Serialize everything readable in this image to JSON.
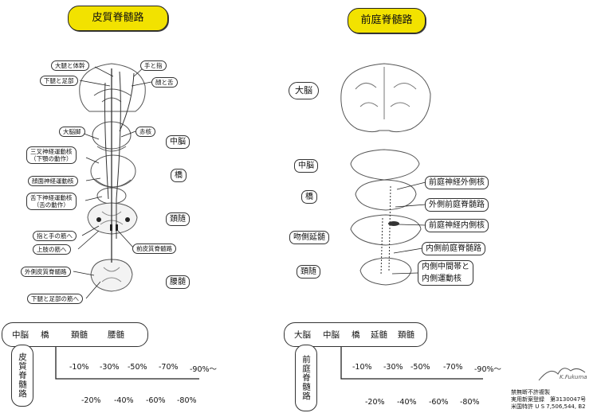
{
  "left": {
    "title": "皮質脊髄路",
    "labels": {
      "thigh_trunk": "大腿と体幹",
      "hand_finger": "手と指",
      "lower_leg_foot": "下腿と足部",
      "face_tongue": "顔と舌",
      "cerebral_peduncle": "大脳脚",
      "red_nucleus": "赤核",
      "trigeminal_1": "三叉神経運動核",
      "trigeminal_2": "（下顎の動作）",
      "facial": "顔面神経運動核",
      "hypoglossal_1": "舌下神経運動核",
      "hypoglossal_2": "（舌の動作）",
      "finger_hand_muscle": "指と手の筋へ",
      "upper_arm_muscle": "上肢の筋へ",
      "anterior_cst": "前皮質脊髄路",
      "lateral_cst": "外側皮質脊髄路",
      "lower_leg_foot_muscle": "下腿と足部の筋へ"
    },
    "levels": {
      "midbrain": "中脳",
      "pons": "橋",
      "cervical": "頚随",
      "lumbar": "腰髄"
    },
    "scale": {
      "header": [
        "中脳",
        "橋",
        "頚髄",
        "腰髄"
      ],
      "side_label": "皮質脊髄路",
      "top_ticks": [
        "-10%",
        "-30%",
        "-50%",
        "-70%",
        "-90%～"
      ],
      "bottom_ticks": [
        "-20%",
        "-40%",
        "-60%",
        "-80%"
      ]
    }
  },
  "right": {
    "title": "前庭脊髄路",
    "levels": {
      "cerebrum": "大脳",
      "midbrain": "中脳",
      "pons": "橋",
      "medulla": "吻側延髄",
      "cervical": "頚随"
    },
    "labels": {
      "lat_vest_nucleus": "前庭神経外側核",
      "lat_vst": "外側前庭脊髄路",
      "med_vest_nucleus": "前庭神経内側核",
      "med_vst": "内側前庭脊髄路",
      "mlf_1": "内側中間帯と",
      "mlf_2": "内側運動核"
    },
    "scale": {
      "header": [
        "大脳",
        "中脳",
        "橋",
        "延髄",
        "頚髄"
      ],
      "side_label": "前庭脊髄路",
      "top_ticks": [
        "-10%",
        "-30%",
        "-50%",
        "-70%",
        "-90%～"
      ],
      "bottom_ticks": [
        "-20%",
        "-40%",
        "-60%",
        "-80%"
      ]
    }
  },
  "footer": {
    "signature": "K.Fukuma",
    "line1": "禁無断不許複製",
    "line2": "実用新案登録　第3130047号",
    "line3": "米国特許 U S 7,506,544, B2"
  }
}
